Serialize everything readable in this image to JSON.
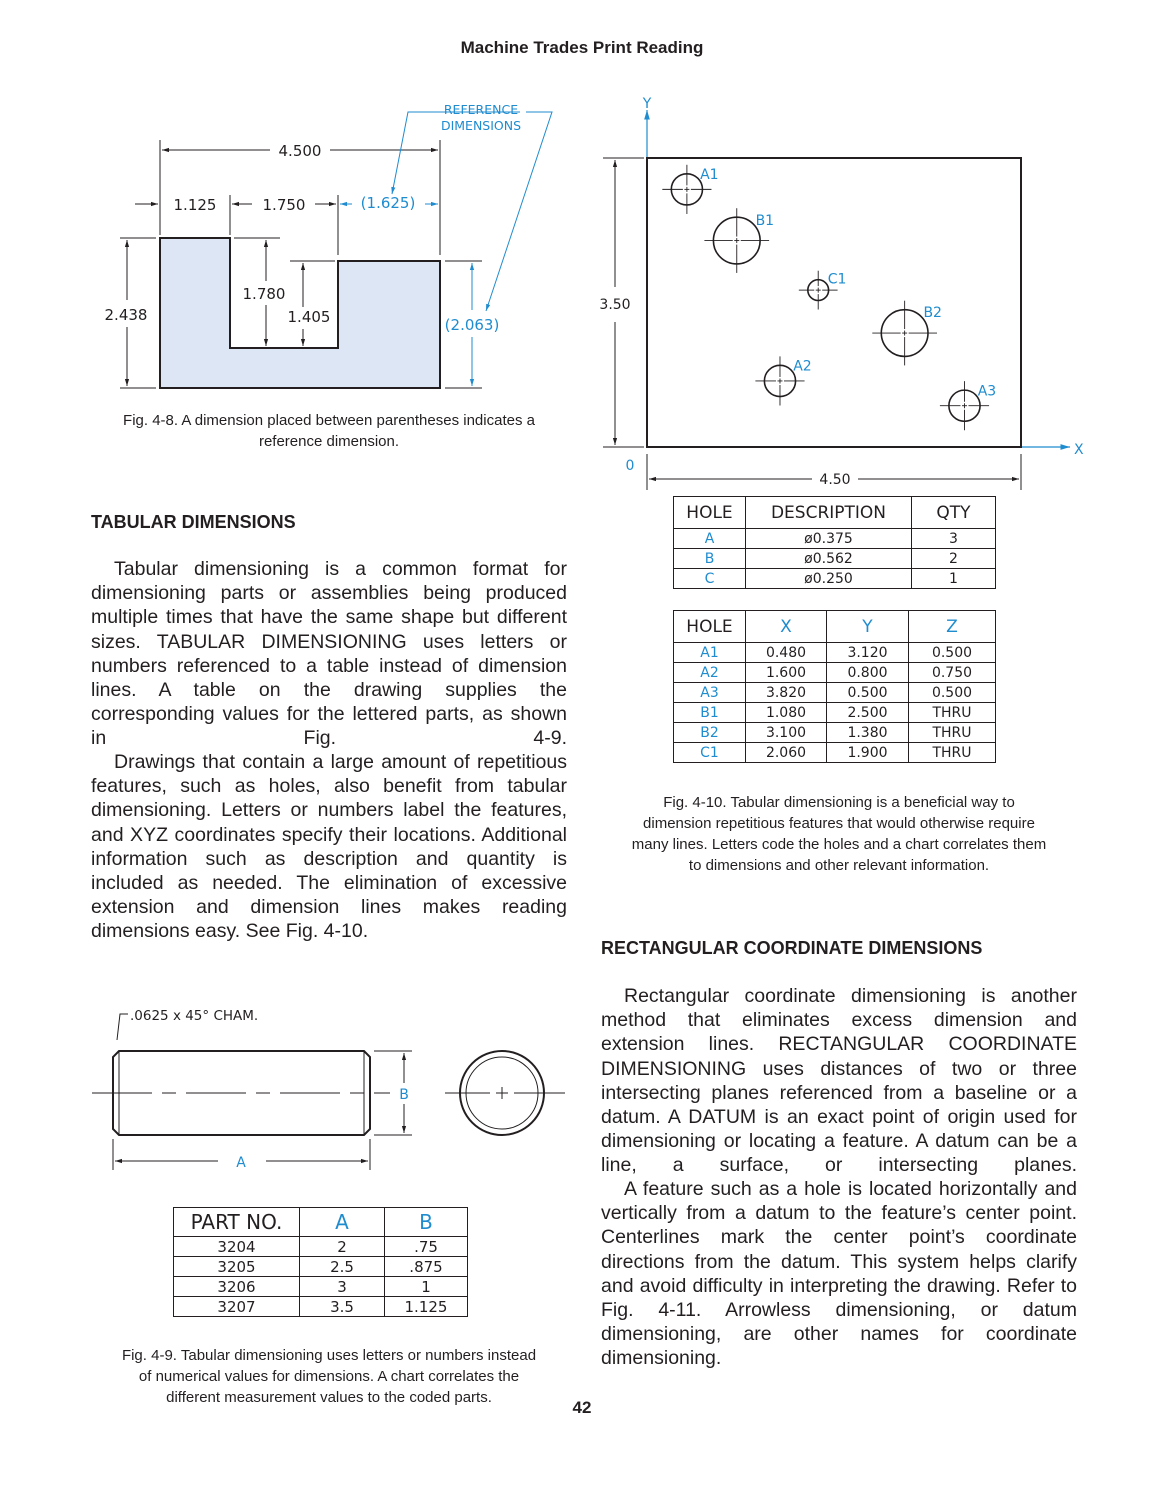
{
  "header": "Machine Trades Print Reading",
  "page_number": "42",
  "fig48": {
    "dims": {
      "overall": "4.500",
      "left": "1.125",
      "middle": "1.750",
      "right_ref": "(1.625)",
      "height": "2.438",
      "slot_depth": "1.780",
      "slot_floor": "1.405",
      "right_height_ref": "(2.063)"
    },
    "callout": [
      "REFERENCE",
      "DIMENSIONS"
    ],
    "caption": [
      "Fig. 4-8. A dimension placed between parentheses indicates a",
      "reference dimension."
    ]
  },
  "tabular": {
    "heading": "TABULAR DIMENSIONS",
    "p1": "Tabular dimensioning is a common format for dimensioning parts or assemblies being produced multiple times that have the same shape but different sizes. TABULAR DIMENSIONING uses letters or numbers referenced to a table instead of dimension lines. A table on the drawing supplies the corresponding values for the lettered parts, as shown in Fig. 4-9.",
    "p2": "Drawings that contain a large amount of repetitious features, such as holes, also benefit from tabular dimensioning. Letters or numbers label the features, and XYZ coordinates specify their locations. Additional information such as description and quantity is included as needed. The elimination of excessive extension and dimension lines makes reading dimensions easy. See Fig. 4-10."
  },
  "fig49": {
    "chamfer": ".0625 x 45° CHAM.",
    "label_a": "A",
    "label_b": "B",
    "table": {
      "headers": [
        "PART NO.",
        "A",
        "B"
      ],
      "rows": [
        [
          "3204",
          "2",
          ".75"
        ],
        [
          "3205",
          "2.5",
          ".875"
        ],
        [
          "3206",
          "3",
          "1"
        ],
        [
          "3207",
          "3.5",
          "1.125"
        ]
      ]
    },
    "caption": [
      "Fig. 4-9. Tabular dimensioning uses letters or numbers instead",
      "of numerical values for dimensions. A chart correlates the",
      "different measurement values to the coded parts."
    ]
  },
  "fig410": {
    "axis_y": "Y",
    "axis_x": "X",
    "origin": "0",
    "height": "3.50",
    "width": "4.50",
    "holes": [
      "A1",
      "B1",
      "C1",
      "B2",
      "A2",
      "A3"
    ],
    "table1": {
      "headers": [
        "HOLE",
        "DESCRIPTION",
        "QTY"
      ],
      "rows": [
        [
          "A",
          "ø0.375",
          "3"
        ],
        [
          "B",
          "ø0.562",
          "2"
        ],
        [
          "C",
          "ø0.250",
          "1"
        ]
      ]
    },
    "table2": {
      "headers": [
        "HOLE",
        "X",
        "Y",
        "Z"
      ],
      "rows": [
        [
          "A1",
          "0.480",
          "3.120",
          "0.500"
        ],
        [
          "A2",
          "1.600",
          "0.800",
          "0.750"
        ],
        [
          "A3",
          "3.820",
          "0.500",
          "0.500"
        ],
        [
          "B1",
          "1.080",
          "2.500",
          "THRU"
        ],
        [
          "B2",
          "3.100",
          "1.380",
          "THRU"
        ],
        [
          "C1",
          "2.060",
          "1.900",
          "THRU"
        ]
      ]
    },
    "caption": [
      "Fig. 4-10. Tabular dimensioning is a beneficial way to",
      "dimension repetitious features that would otherwise require",
      "many lines. Letters code the holes and a chart correlates them",
      "to dimensions and other relevant information."
    ]
  },
  "rect": {
    "heading": "RECTANGULAR COORDINATE DIMENSIONS",
    "p1": "Rectangular coordinate dimensioning is another method that eliminates excess dimension and extension lines. RECTANGULAR COORDINATE DIMENSIONING uses distances of two or three intersecting planes referenced from a baseline or a datum. A DATUM is an exact point of origin used for dimensioning or locating a feature. A datum can be a line, a surface, or intersecting planes.",
    "p2": "A feature such as a hole is located horizontally and vertically from a datum to the feature’s center point. Centerlines mark the center point’s coordinate directions from the datum. This system helps clarify and avoid difficulty in interpreting the drawing. Refer to Fig. 4-11. Arrowless dimensioning, or datum dimensioning, are other names for coordinate dimensioning."
  },
  "colors": {
    "accent": "#1f8ccf",
    "fill": "#dce6f4",
    "ink": "#231f20"
  }
}
